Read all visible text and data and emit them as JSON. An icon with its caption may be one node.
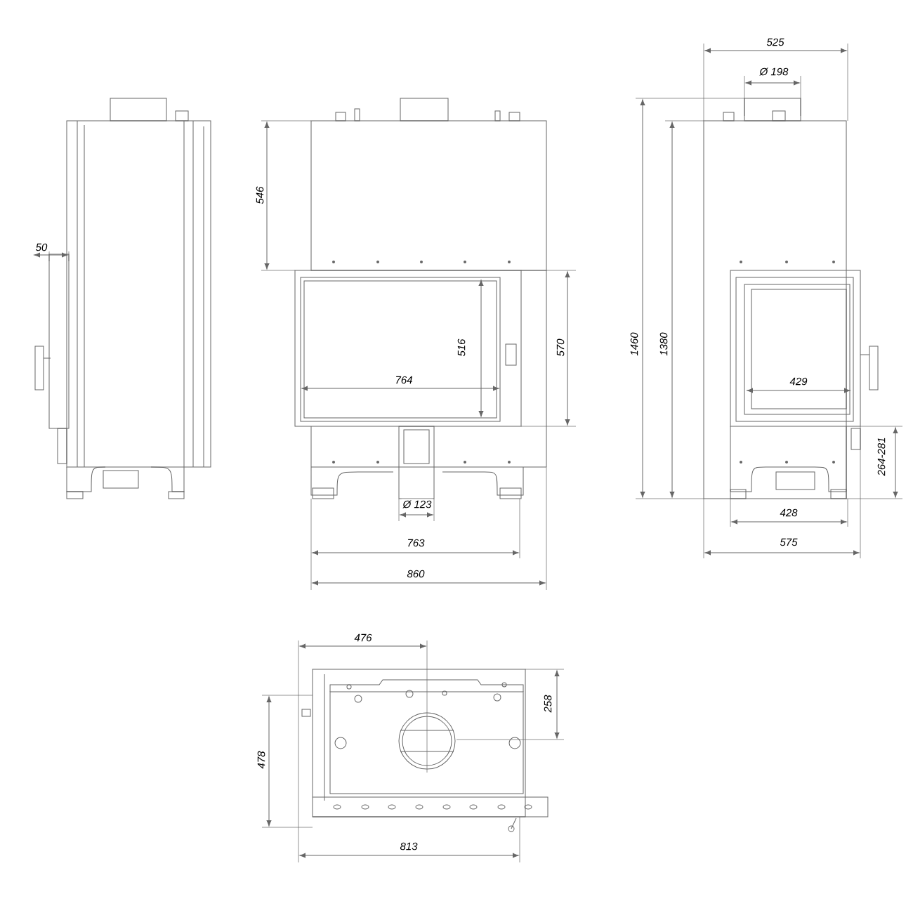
{
  "diagram": {
    "labels": [
      "525",
      "Ø 198",
      "546",
      "50",
      "1460",
      "1380",
      "570",
      "516",
      "764",
      "429",
      "264-281",
      "Ø 123",
      "428",
      "763",
      "575",
      "860",
      "476",
      "258",
      "478",
      "813"
    ]
  }
}
